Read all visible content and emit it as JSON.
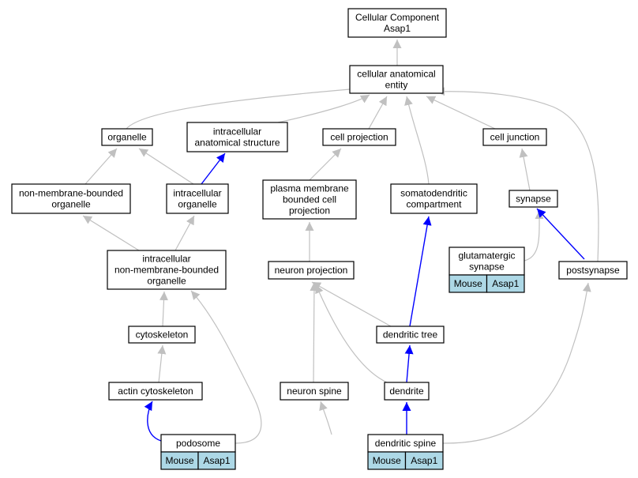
{
  "colors": {
    "is_a_edge": "#c0c0c0",
    "part_of_edge": "#0000ff",
    "node_fill": "#ffffff",
    "annotation_fill": "#add8e6"
  },
  "nodes": [
    {
      "id": "cellular_component",
      "lines": [
        "Cellular Component",
        "Asap1"
      ]
    },
    {
      "id": "cellular_anatomical_entity",
      "lines": [
        "cellular anatomical",
        "entity"
      ]
    },
    {
      "id": "organelle",
      "lines": [
        "organelle"
      ]
    },
    {
      "id": "intracellular_anatomical_structure",
      "lines": [
        "intracellular",
        "anatomical structure"
      ]
    },
    {
      "id": "cell_projection",
      "lines": [
        "cell projection"
      ]
    },
    {
      "id": "cell_junction",
      "lines": [
        "cell junction"
      ]
    },
    {
      "id": "non_membrane_bounded_organelle",
      "lines": [
        "non-membrane-bounded",
        "organelle"
      ]
    },
    {
      "id": "intracellular_organelle",
      "lines": [
        "intracellular",
        "organelle"
      ]
    },
    {
      "id": "plasma_membrane_bounded_cell_projection",
      "lines": [
        "plasma membrane",
        "bounded cell",
        "projection"
      ]
    },
    {
      "id": "somatodendritic_compartment",
      "lines": [
        "somatodendritic",
        "compartment"
      ]
    },
    {
      "id": "synapse",
      "lines": [
        "synapse"
      ]
    },
    {
      "id": "intracellular_non_membrane_bounded_organelle",
      "lines": [
        "intracellular",
        "non-membrane-bounded",
        "organelle"
      ]
    },
    {
      "id": "neuron_projection",
      "lines": [
        "neuron projection"
      ]
    },
    {
      "id": "glutamatergic_synapse",
      "lines": [
        "glutamatergic",
        "synapse"
      ],
      "annotation": [
        "Mouse",
        "Asap1"
      ]
    },
    {
      "id": "postsynapse",
      "lines": [
        "postsynapse"
      ]
    },
    {
      "id": "cytoskeleton",
      "lines": [
        "cytoskeleton"
      ]
    },
    {
      "id": "dendritic_tree",
      "lines": [
        "dendritic tree"
      ]
    },
    {
      "id": "actin_cytoskeleton",
      "lines": [
        "actin cytoskeleton"
      ]
    },
    {
      "id": "neuron_spine",
      "lines": [
        "neuron spine"
      ]
    },
    {
      "id": "dendrite",
      "lines": [
        "dendrite"
      ]
    },
    {
      "id": "podosome",
      "lines": [
        "podosome"
      ],
      "annotation": [
        "Mouse",
        "Asap1"
      ]
    },
    {
      "id": "dendritic_spine",
      "lines": [
        "dendritic spine"
      ],
      "annotation": [
        "Mouse",
        "Asap1"
      ]
    }
  ],
  "edges": [
    {
      "from": "cellular_anatomical_entity",
      "to": "cellular_component",
      "type": "is_a"
    },
    {
      "from": "organelle",
      "to": "cellular_anatomical_entity",
      "type": "is_a"
    },
    {
      "from": "intracellular_anatomical_structure",
      "to": "cellular_anatomical_entity",
      "type": "is_a"
    },
    {
      "from": "cell_projection",
      "to": "cellular_anatomical_entity",
      "type": "is_a"
    },
    {
      "from": "somatodendritic_compartment",
      "to": "cellular_anatomical_entity",
      "type": "is_a"
    },
    {
      "from": "cell_junction",
      "to": "cellular_anatomical_entity",
      "type": "is_a"
    },
    {
      "from": "postsynapse",
      "to": "cellular_anatomical_entity",
      "type": "is_a"
    },
    {
      "from": "non_membrane_bounded_organelle",
      "to": "organelle",
      "type": "is_a"
    },
    {
      "from": "intracellular_organelle",
      "to": "organelle",
      "type": "is_a"
    },
    {
      "from": "intracellular_organelle",
      "to": "intracellular_anatomical_structure",
      "type": "part_of"
    },
    {
      "from": "plasma_membrane_bounded_cell_projection",
      "to": "cell_projection",
      "type": "is_a"
    },
    {
      "from": "synapse",
      "to": "cell_junction",
      "type": "is_a"
    },
    {
      "from": "intracellular_non_membrane_bounded_organelle",
      "to": "non_membrane_bounded_organelle",
      "type": "is_a"
    },
    {
      "from": "intracellular_non_membrane_bounded_organelle",
      "to": "intracellular_organelle",
      "type": "is_a"
    },
    {
      "from": "neuron_projection",
      "to": "plasma_membrane_bounded_cell_projection",
      "type": "is_a"
    },
    {
      "from": "glutamatergic_synapse",
      "to": "synapse",
      "type": "is_a"
    },
    {
      "from": "postsynapse",
      "to": "synapse",
      "type": "part_of"
    },
    {
      "from": "cytoskeleton",
      "to": "intracellular_non_membrane_bounded_organelle",
      "type": "is_a"
    },
    {
      "from": "dendritic_tree",
      "to": "neuron_projection",
      "type": "is_a"
    },
    {
      "from": "dendritic_tree",
      "to": "somatodendritic_compartment",
      "type": "part_of"
    },
    {
      "from": "actin_cytoskeleton",
      "to": "cytoskeleton",
      "type": "is_a"
    },
    {
      "from": "neuron_spine",
      "to": "neuron_projection",
      "type": "is_a"
    },
    {
      "from": "dendrite",
      "to": "neuron_projection",
      "type": "is_a"
    },
    {
      "from": "dendrite",
      "to": "dendritic_tree",
      "type": "part_of"
    },
    {
      "from": "podosome",
      "to": "actin_cytoskeleton",
      "type": "part_of"
    },
    {
      "from": "podosome",
      "to": "intracellular_non_membrane_bounded_organelle",
      "type": "is_a"
    },
    {
      "from": "dendritic_spine",
      "to": "neuron_spine",
      "type": "is_a"
    },
    {
      "from": "dendritic_spine",
      "to": "dendrite",
      "type": "part_of"
    },
    {
      "from": "dendritic_spine",
      "to": "postsynapse",
      "type": "is_a"
    }
  ]
}
